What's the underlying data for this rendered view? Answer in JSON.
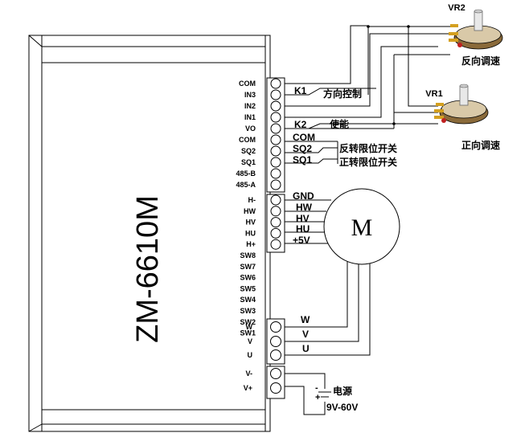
{
  "model": "ZM-6610M",
  "pins_top": [
    "COM",
    "IN3",
    "IN2",
    "IN1",
    "VO",
    "COM",
    "SQ2",
    "SQ1",
    "485-B",
    "485-A"
  ],
  "pins_mid": [
    "H-",
    "HW",
    "HV",
    "HU",
    "H+",
    "SW8",
    "SW7",
    "SW6",
    "SW5",
    "SW4",
    "SW3",
    "SW2",
    "SW1"
  ],
  "pins_bot": [
    "W",
    "V",
    "U",
    "V-",
    "V+"
  ],
  "labels": {
    "k1": "K1",
    "direction_control": "方向控制",
    "k2": "K2",
    "enable": "使能",
    "com": "COM",
    "sq2": "SQ2",
    "sq1": "SQ1",
    "reverse_limit": "反转限位开关",
    "forward_limit": "正转限位开关",
    "gnd": "GND",
    "hw": "HW",
    "hv": "HV",
    "hu": "HU",
    "plus5v": "+5V",
    "w": "W",
    "v": "V",
    "u": "U",
    "power": "电源",
    "voltage": "9V-60V",
    "vr2": "VR2",
    "vr1": "VR1",
    "reverse_speed": "反向调速",
    "forward_speed": "正向调速",
    "motor": "M",
    "ps_minus": "-",
    "ps_plus": "+"
  }
}
